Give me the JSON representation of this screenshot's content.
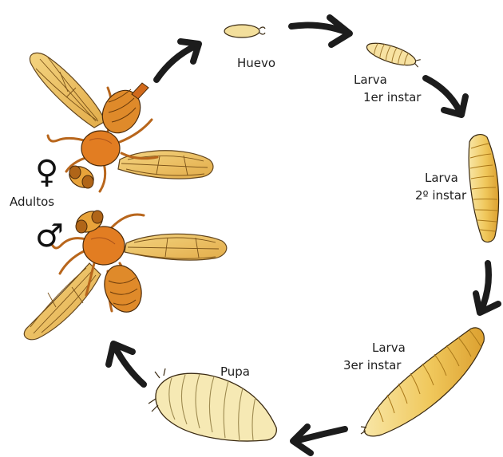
{
  "labels": {
    "egg": "Huevo",
    "larva1_line1": "Larva",
    "larva1_line2": "1er instar",
    "larva2_line1": "Larva",
    "larva2_line2": "2º instar",
    "larva3_line1": "Larva",
    "larva3_line2": "3er instar",
    "pupa": "Pupa",
    "adults": "Adultos"
  },
  "symbols": {
    "female": "♀",
    "male": "♂"
  },
  "colors": {
    "arrow": "#1c1c1c",
    "egg": "#f3df9c",
    "larva_light": "#f7e3a0",
    "larva_mid": "#f0c85e",
    "larva_dark": "#d99c24",
    "pupa": "#f6e9b4",
    "fly_body": "#df8a2a",
    "fly_thorax": "#e27d22",
    "fly_head": "#e8a33a",
    "fly_eye": "#b06518",
    "wing": "#eec160",
    "outline": "#3a2a12"
  }
}
